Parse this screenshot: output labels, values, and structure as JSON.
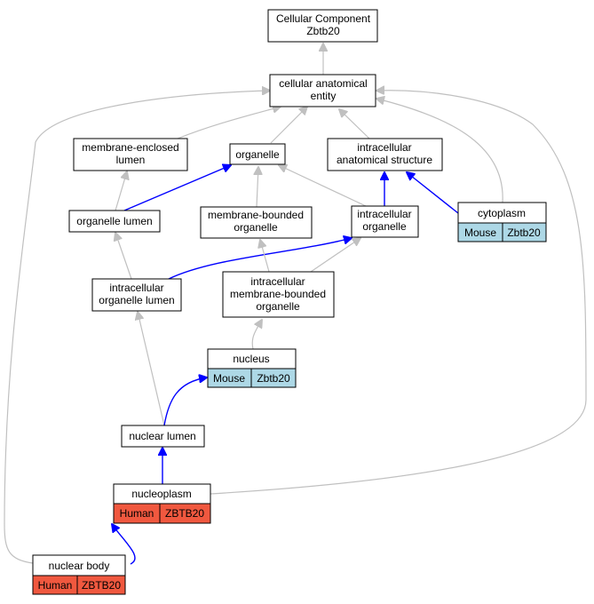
{
  "nodes": {
    "cellular_component": {
      "line1": "Cellular Component",
      "line2": "Zbtb20"
    },
    "cellular_anatomical_entity": {
      "line1": "cellular anatomical",
      "line2": "entity"
    },
    "membrane_enclosed_lumen": {
      "line1": "membrane-enclosed",
      "line2": "lumen"
    },
    "organelle": {
      "line1": "organelle"
    },
    "intracellular_anatomical_structure": {
      "line1": "intracellular",
      "line2": "anatomical structure"
    },
    "organelle_lumen": {
      "line1": "organelle lumen"
    },
    "membrane_bounded_organelle": {
      "line1": "membrane-bounded",
      "line2": "organelle"
    },
    "intracellular_organelle": {
      "line1": "intracellular",
      "line2": "organelle"
    },
    "cytoplasm": {
      "line1": "cytoplasm",
      "species": "Mouse",
      "gene": "Zbtb20"
    },
    "intracellular_organelle_lumen": {
      "line1": "intracellular",
      "line2": "organelle lumen"
    },
    "intracellular_membrane_bounded_organelle": {
      "line1": "intracellular",
      "line2": "membrane-bounded",
      "line3": "organelle"
    },
    "nucleus": {
      "line1": "nucleus",
      "species": "Mouse",
      "gene": "Zbtb20"
    },
    "nuclear_lumen": {
      "line1": "nuclear lumen"
    },
    "nucleoplasm": {
      "line1": "nucleoplasm",
      "species": "Human",
      "gene": "ZBTB20"
    },
    "nuclear_body": {
      "line1": "nuclear body",
      "species": "Human",
      "gene": "ZBTB20"
    }
  },
  "colors": {
    "mouse_cell": "#add8e6",
    "human_cell": "#f0583f",
    "is_a_edge": "#c0c0c0",
    "part_of_edge": "#0000ff"
  }
}
